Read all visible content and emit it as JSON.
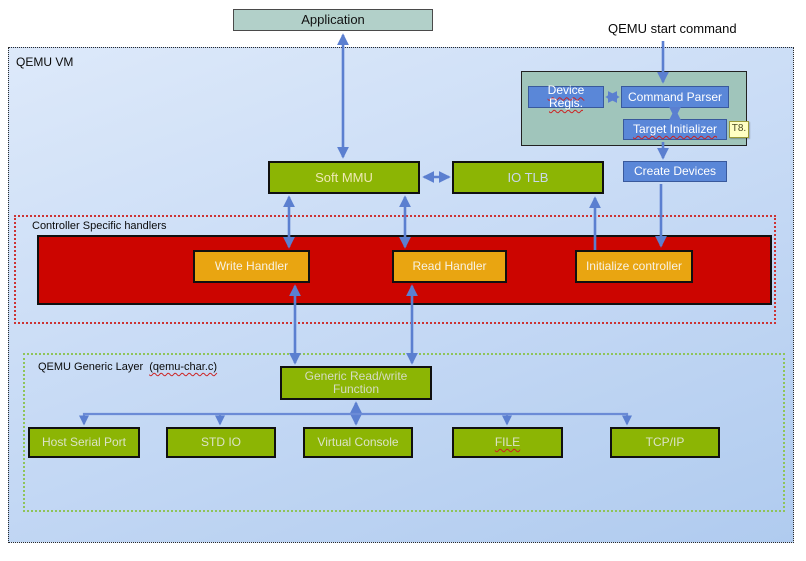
{
  "diagram": {
    "title_node": "Application",
    "start_command_label": "QEMU start command",
    "vm_label": "QEMU VM",
    "nodes": {
      "device_regis": "Device Regis.",
      "command_parser": "Command Parser",
      "target_initializer": "Target Initializer",
      "t8_note": "T8.",
      "create_devices": "Create Devices",
      "soft_mmu": "Soft MMU",
      "io_tlb": "IO TLB",
      "write_handler": "Write Handler",
      "read_handler": "Read Handler",
      "initialize_controller": "Initialize controller",
      "generic_function": "Generic Read/write Function",
      "host_serial_port": "Host Serial Port",
      "std_io": "STD IO",
      "virtual_console": "Virtual Console",
      "file": "FILE",
      "tcp_ip": "TCP/IP"
    },
    "group_labels": {
      "controller_handlers": "Controller Specific handlers",
      "generic_layer": "QEMU Generic Layer",
      "generic_layer_file": "(qemu-char.c)"
    },
    "colors": {
      "vm_fill_top": "#dde9fa",
      "vm_fill_bottom": "#b0cbef",
      "application_fill": "#b2d0c9",
      "group_teal_fill": "#a0c5bb",
      "blue_node_fill": "#5a87d8",
      "green_node_fill": "#8cb504",
      "orange_node_fill": "#e9a511",
      "red_band_fill": "#cc0500",
      "red_dashed_border": "#cc3333",
      "green_dashed_border": "#8fc45a",
      "arrow_blue": "#5b7fd0",
      "note_fill": "#ffffc4"
    }
  }
}
